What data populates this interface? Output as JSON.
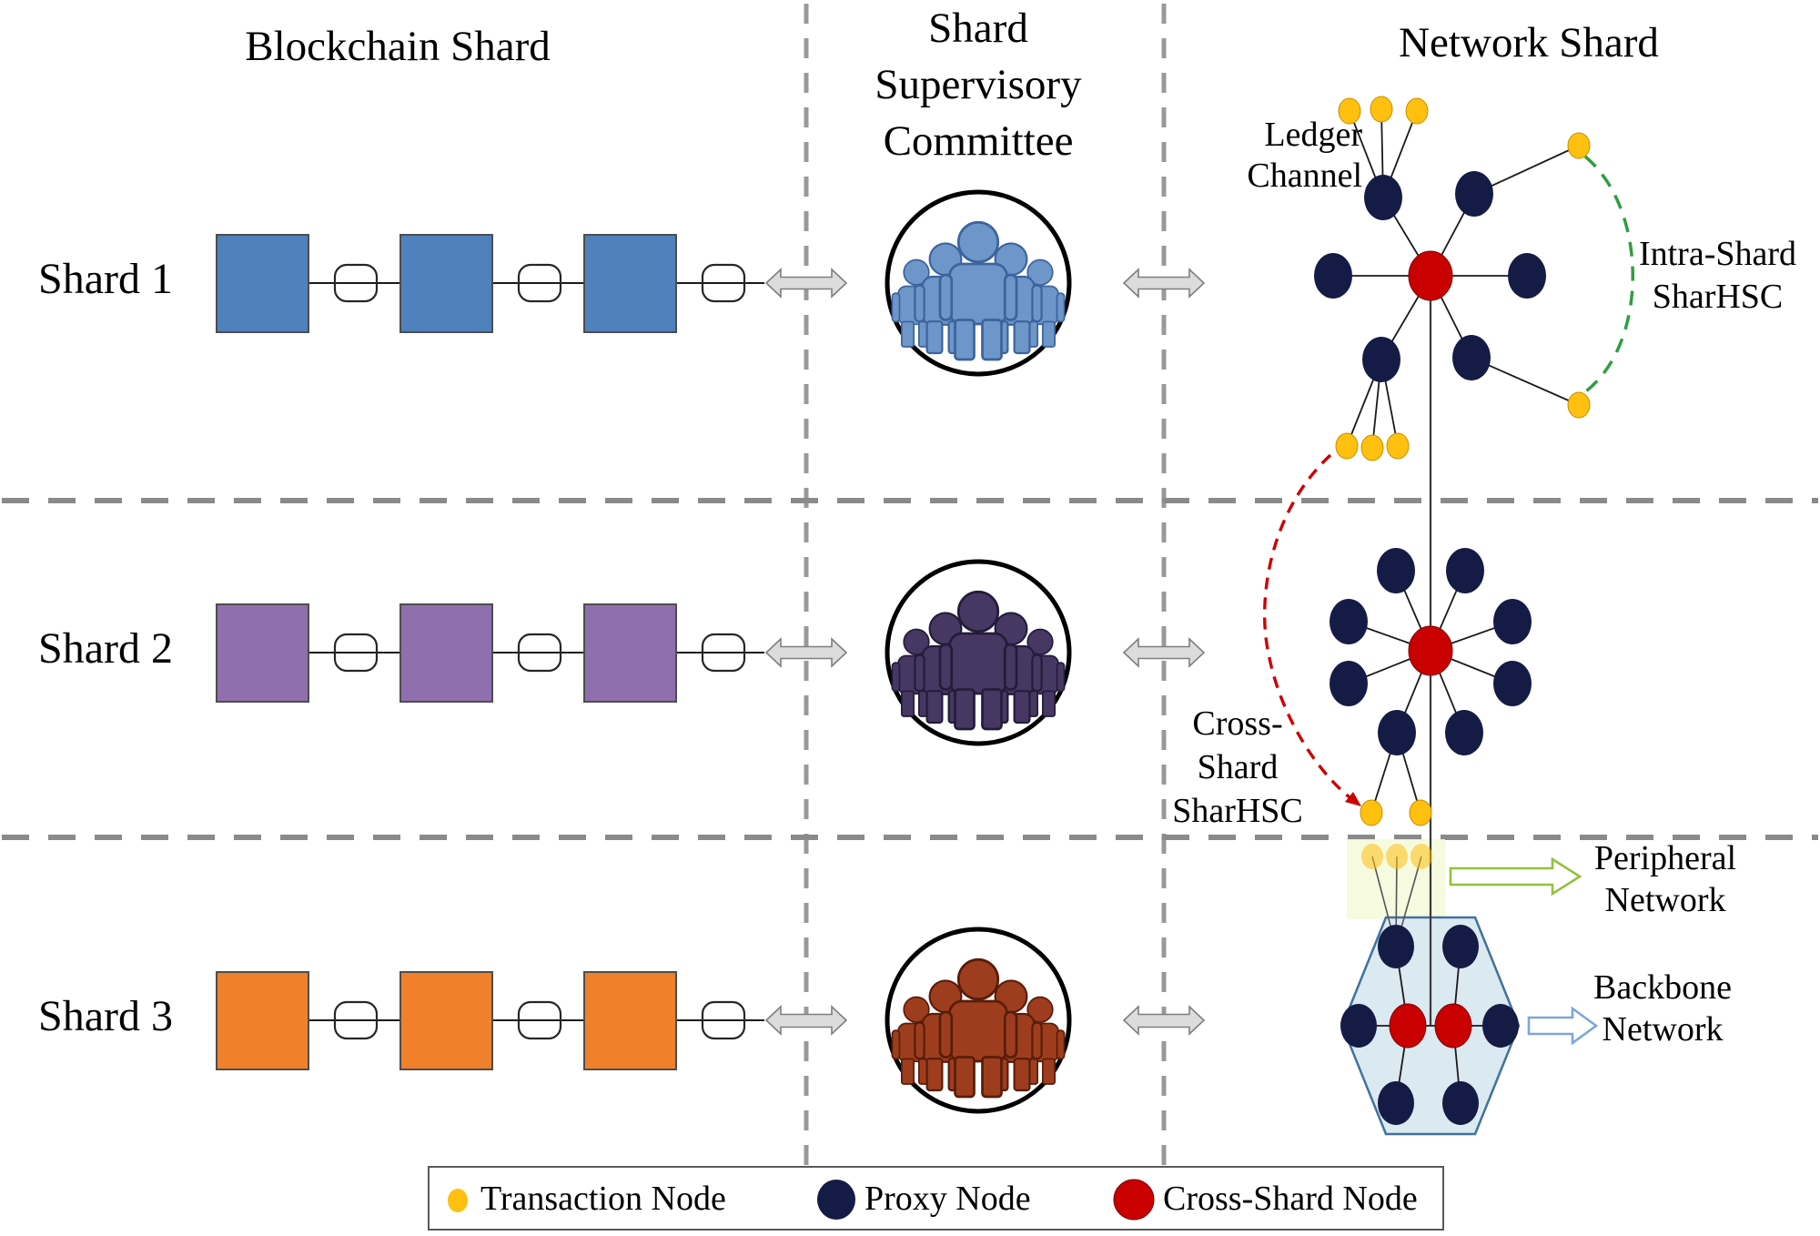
{
  "figure": {
    "columns": [
      "Blockchain Shard",
      "Shard Supervisory Committee",
      "Network Shard"
    ],
    "column2_lines": [
      "Shard",
      "Supervisory",
      "Committee"
    ]
  },
  "rows": [
    {
      "label": "Shard 1",
      "block_color": "#4f81bd",
      "people_color": "#6d96c9",
      "people_outline": "#3c639c"
    },
    {
      "label": "Shard 2",
      "block_color": "#8f6fad",
      "people_color": "#463863",
      "people_outline": "#241c3a"
    },
    {
      "label": "Shard 3",
      "block_color": "#f0802b",
      "people_color": "#9e3d1d",
      "people_outline": "#571d0a"
    }
  ],
  "network": {
    "labels": {
      "ledger_channel": [
        "Ledger",
        "Channel"
      ],
      "intra_shard": [
        "Intra-Shard",
        "SharHSC"
      ],
      "cross_shard": [
        "Cross-",
        "Shard",
        "SharHSC"
      ],
      "peripheral": [
        "Peripheral",
        "Network"
      ],
      "backbone": [
        "Backbone",
        "Network"
      ]
    },
    "node_colors": {
      "transaction": "#ffc010",
      "proxy": "#141b45",
      "cross_shard": "#c80000"
    },
    "accents": {
      "intra_arc": "#2f9e41",
      "cross_arc": "#cc0000",
      "peripheral_arrow": "#94c13d",
      "backbone_arrow": "#7ba7dc",
      "hexagon_fill": "#dbe9f1",
      "hexagon_border": "#41719c"
    }
  },
  "legend": {
    "items": [
      {
        "label": "Transaction Node",
        "color": "#ffc010"
      },
      {
        "label": "Proxy Node",
        "color": "#141b45"
      },
      {
        "label": "Cross-Shard Node",
        "color": "#c80000"
      }
    ]
  }
}
